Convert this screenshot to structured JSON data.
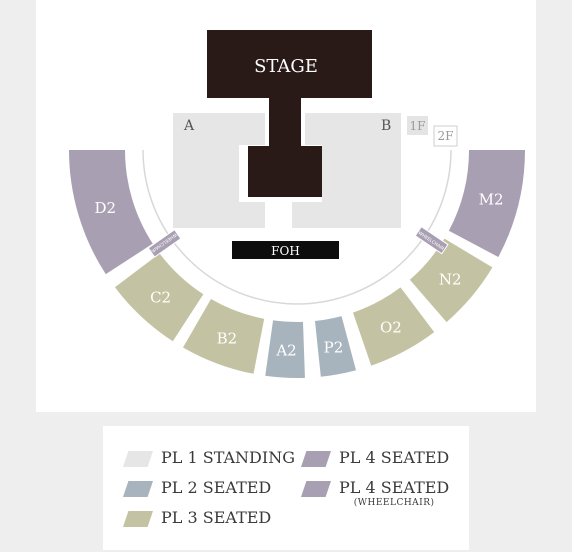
{
  "colors": {
    "stage": "#2a1a17",
    "standing": "#e6e6e6",
    "pl2": "#a7b4bd",
    "pl3": "#c3c3a3",
    "pl4": "#a99fb3",
    "pl4_wheelchair": "#a99fb3",
    "foh": "#0d0d0d",
    "floor_label": "#cfcfcf"
  },
  "stage": {
    "label": "STAGE"
  },
  "standing": {
    "left_label": "A",
    "right_label": "B"
  },
  "floors": {
    "first": "1F",
    "second": "2F"
  },
  "foh": {
    "label": "FOH"
  },
  "sections": [
    "D2",
    "C2",
    "B2",
    "A2",
    "P2",
    "O2",
    "N2",
    "M2"
  ],
  "wheelchair_tag": "WHEELCHAIR",
  "legend": [
    {
      "label": "PL 1 STANDING",
      "color": "#e6e6e6"
    },
    {
      "label": "PL 2 SEATED",
      "color": "#a7b4bd"
    },
    {
      "label": "PL 3 SEATED",
      "color": "#c3c3a3"
    },
    {
      "label": "PL 4 SEATED",
      "color": "#a99fb3"
    },
    {
      "label": "PL 4 SEATED",
      "sub": "(WHEELCHAIR)",
      "color": "#a99fb3"
    }
  ]
}
